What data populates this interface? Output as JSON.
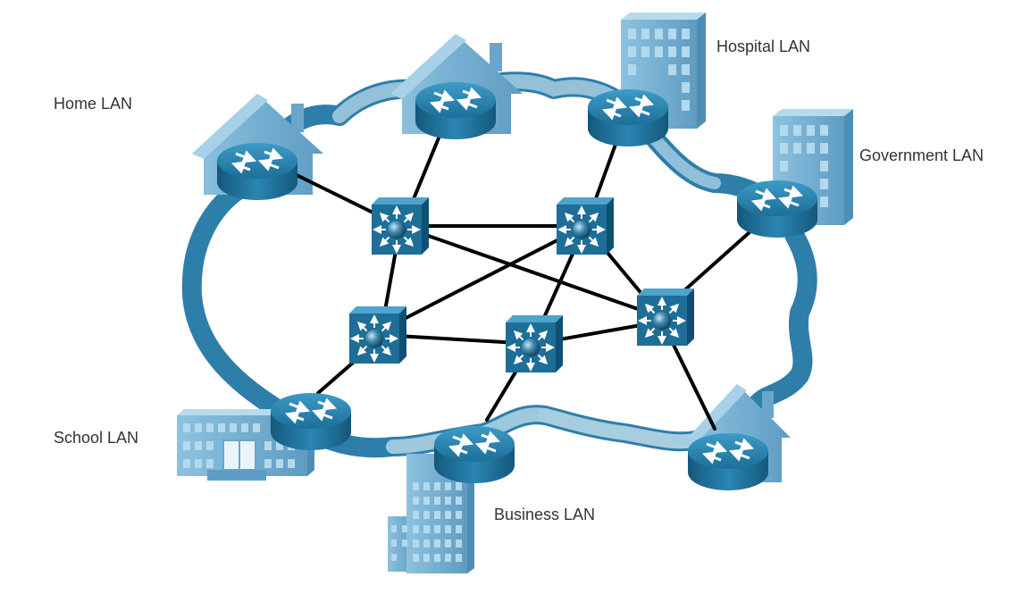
{
  "labels": {
    "home": "Home LAN",
    "hospital": "Hospital LAN",
    "government": "Government LAN",
    "school": "School LAN",
    "business": "Business LAN"
  },
  "icons": {
    "router": "router-icon",
    "switch": "multilayer-switch-icon",
    "house": "house-icon",
    "building": "office-building-icon",
    "school": "school-building-icon",
    "cloud": "network-cloud-icon"
  },
  "colors": {
    "cloud": "#2e7eaa",
    "cloud_light": "#a7cde0",
    "building": "#7ab3d4",
    "device": "#1e6e97",
    "link": "#000000"
  }
}
